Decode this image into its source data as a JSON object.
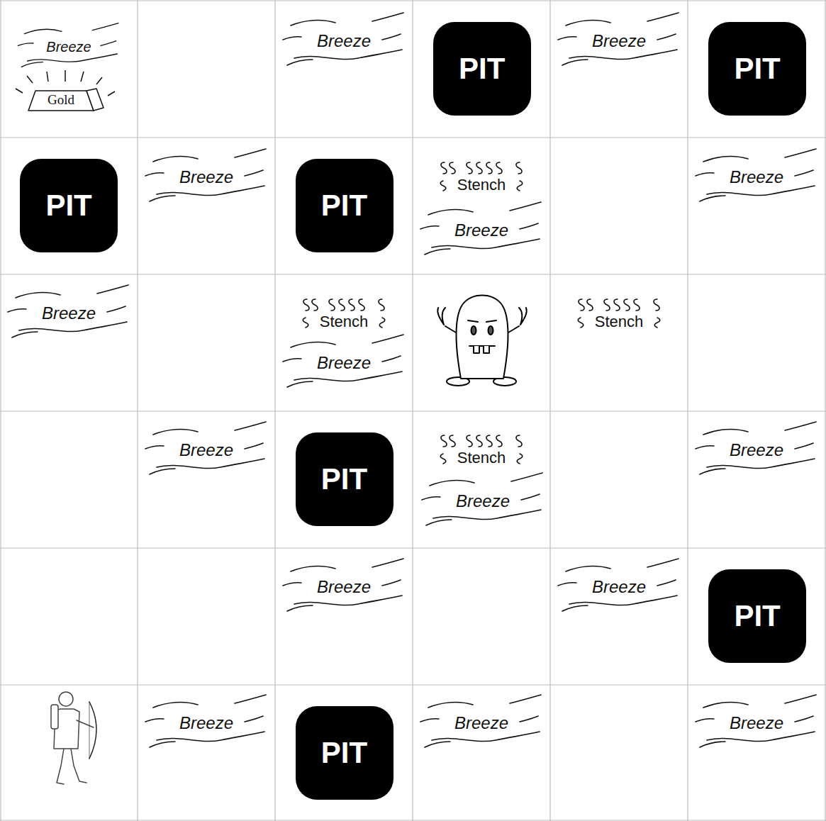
{
  "diagram": {
    "nodes": [
      {
        "text": [
          "PIT"
        ]
      },
      {
        "text": [
          "PIT"
        ]
      },
      {
        "text": [
          "PIT"
        ]
      },
      {
        "text": [
          "PIT"
        ]
      },
      {
        "text": [
          "PIT"
        ]
      },
      {
        "text": [
          "PIT"
        ]
      },
      {
        "text": [
          "PIT"
        ]
      }
    ],
    "labels": [
      "Breeze",
      "Gold",
      "Breeze",
      "Breeze",
      "Breeze",
      "Stench",
      "Breeze",
      "Breeze",
      "Breeze",
      "Stench",
      "Breeze",
      "Stench",
      "Breeze",
      "Stench",
      "Breeze",
      "Breeze",
      "Breeze",
      "Breeze",
      "Breeze",
      "Breeze",
      "Breeze"
    ]
  }
}
